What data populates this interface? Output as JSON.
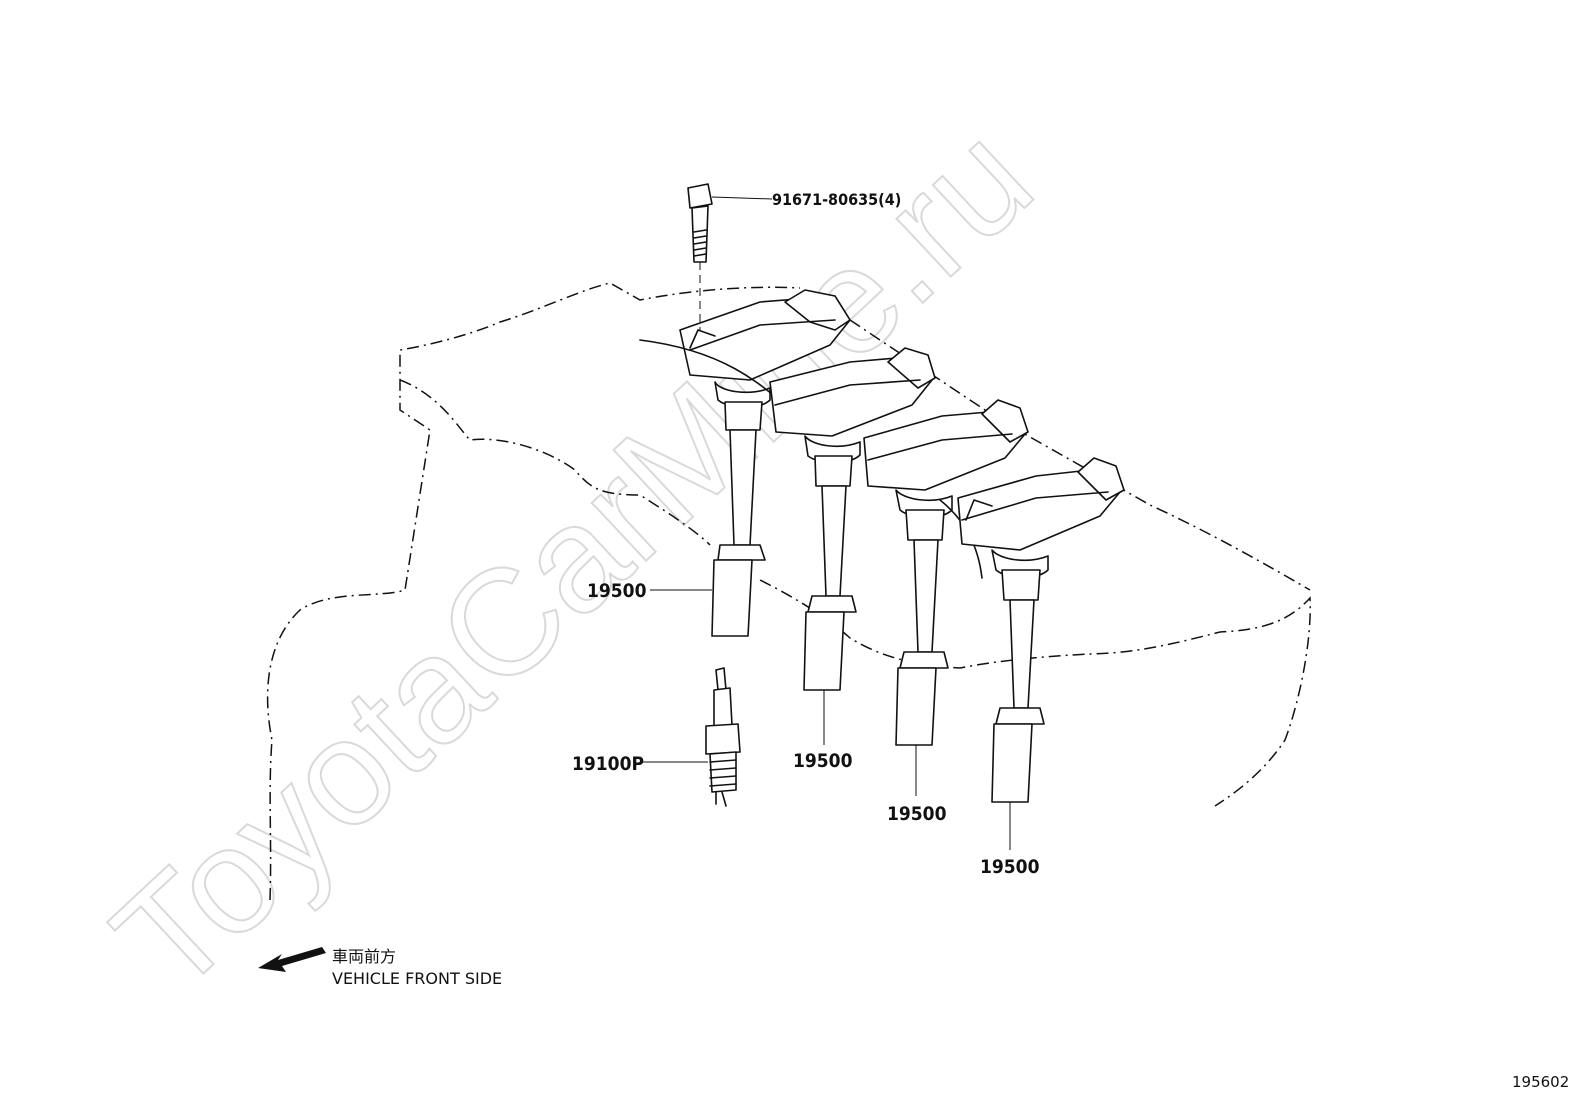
{
  "watermark": "ToyotaCarMine.ru",
  "labels": {
    "bolt": "91671-80635(4)",
    "coil_1": "19500",
    "coil_2": "19500",
    "coil_3": "19500",
    "coil_4": "19500",
    "spark_plug": "19100P"
  },
  "front_indicator": {
    "japanese": "車両前方",
    "english": "VEHICLE FRONT SIDE"
  },
  "diagram_id": "195602"
}
